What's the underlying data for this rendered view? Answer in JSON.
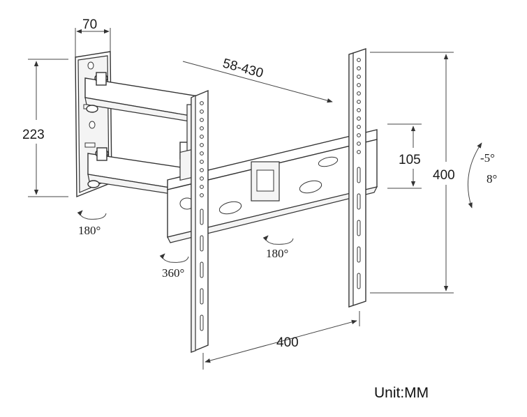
{
  "labels": {
    "depth": "70",
    "extension": "58-430",
    "wall_plate_height": "223",
    "arm_spacing": "105",
    "vesa_vertical": "400",
    "vesa_horizontal": "400",
    "tilt_up": "-5°",
    "tilt_down": "8°",
    "swivel_wall": "180°",
    "swivel_arm": "360°",
    "swivel_head": "180°",
    "unit": "Unit:MM"
  },
  "colors": {
    "line": "#333333",
    "text": "#1a1a1a",
    "background": "#ffffff"
  },
  "icons": [
    "rotation-arrow-icon",
    "tilt-arc-icon"
  ]
}
